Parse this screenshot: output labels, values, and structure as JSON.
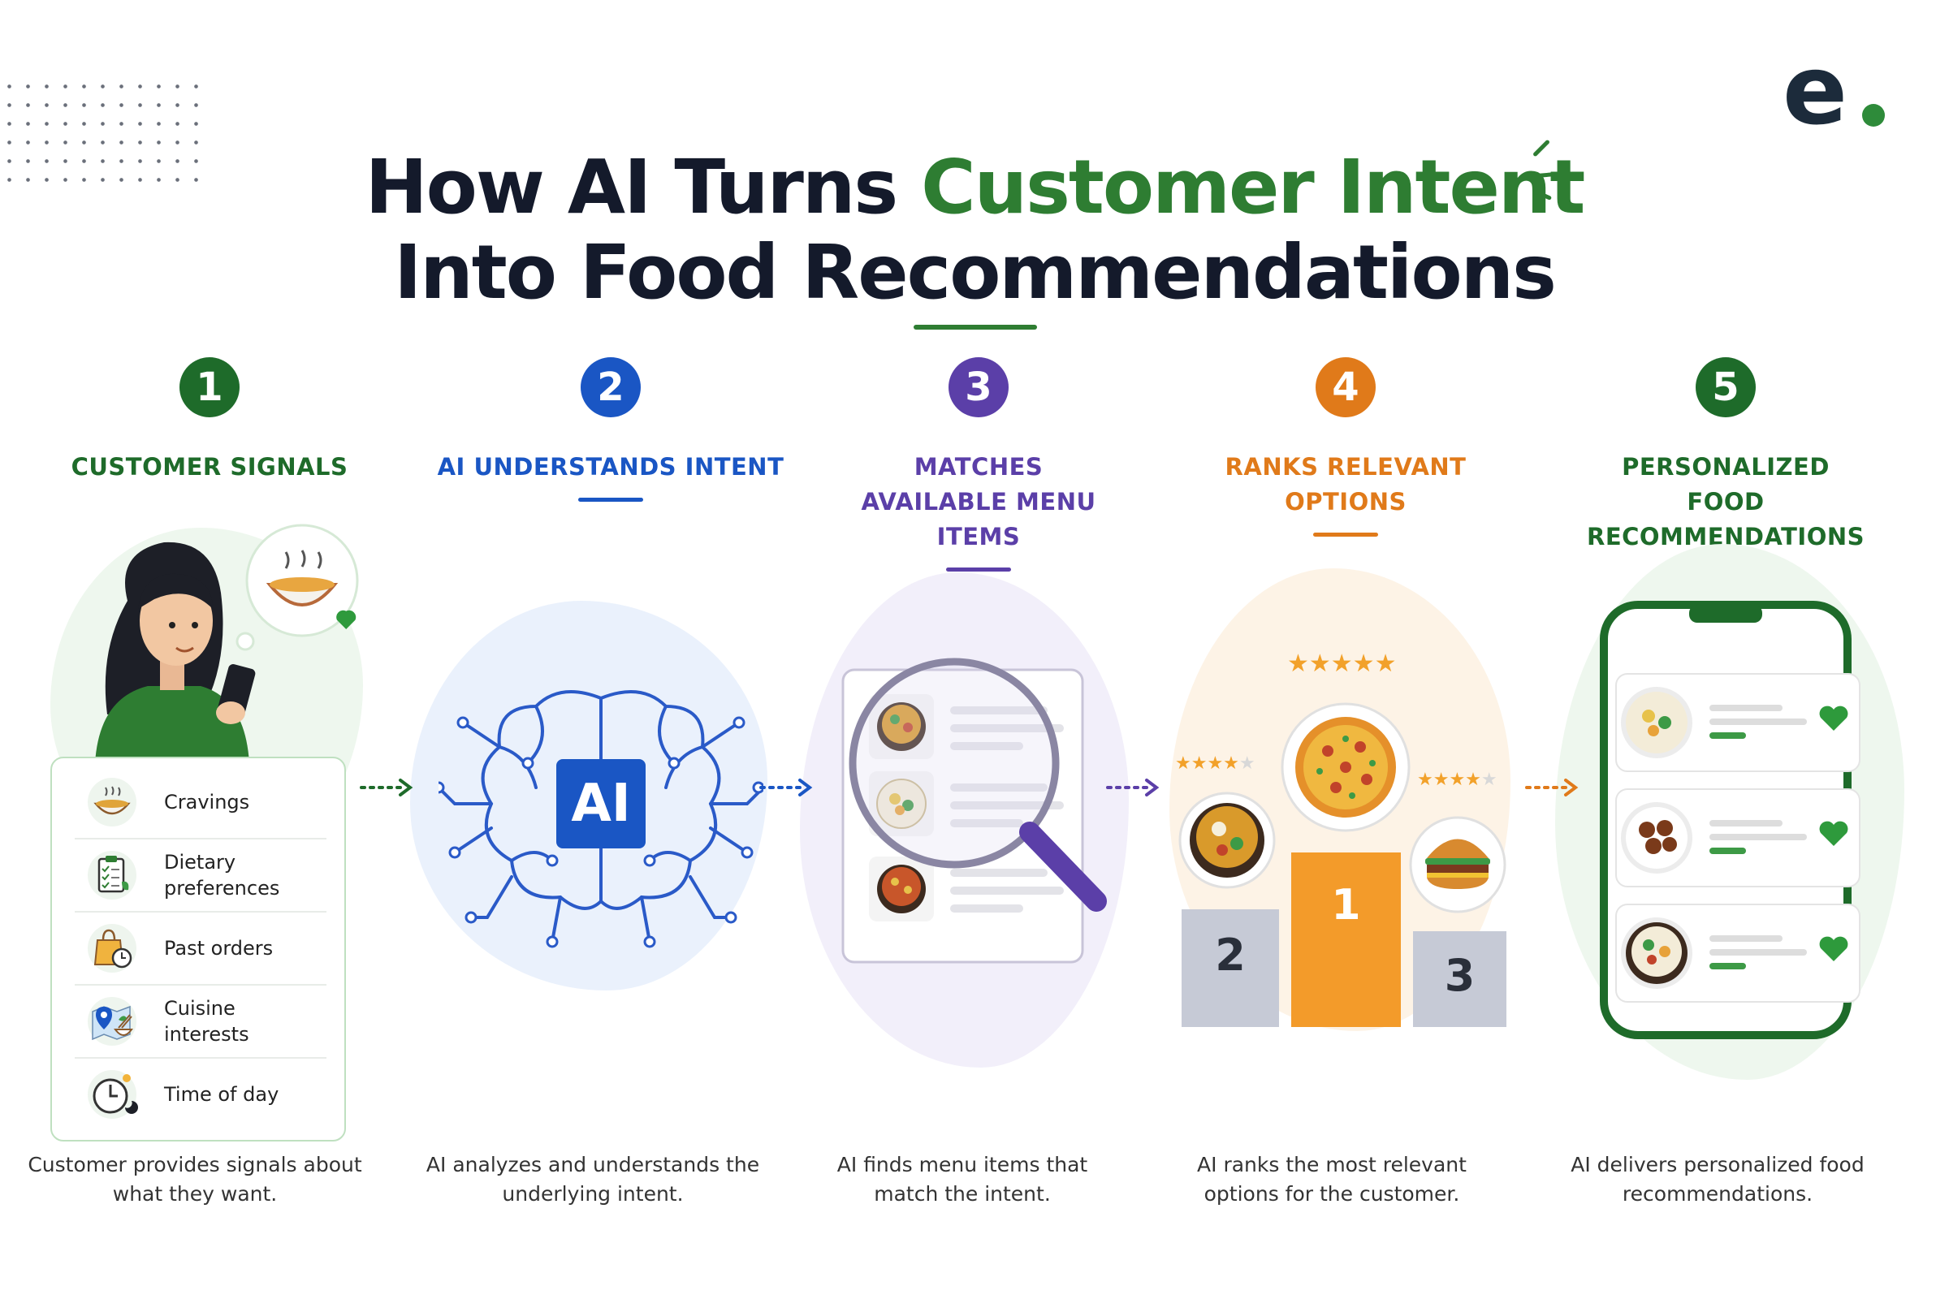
{
  "title": {
    "line1_part1": "How AI Turns ",
    "line1_accent": "Customer Intent",
    "line2": "Into Food Recommendations"
  },
  "logo": {
    "letter": "e"
  },
  "colors": {
    "green": "#1e6b2a",
    "blue": "#1a56c4",
    "purple": "#5b3fa8",
    "orange": "#e07a1a",
    "accent_green": "#2e7d32"
  },
  "steps": [
    {
      "number": "1",
      "title": "CUSTOMER SIGNALS",
      "caption": "Customer provides signals about what they want."
    },
    {
      "number": "2",
      "title": "AI UNDERSTANDS INTENT",
      "caption": "AI analyzes and understands the underlying intent."
    },
    {
      "number": "3",
      "title": "MATCHES AVAILABLE MENU ITEMS",
      "caption": "AI finds menu items that match the intent."
    },
    {
      "number": "4",
      "title": "RANKS RELEVANT OPTIONS",
      "caption": "AI ranks the most relevant options for the customer."
    },
    {
      "number": "5",
      "title": "PERSONALIZED FOOD RECOMMENDATIONS",
      "caption": "AI delivers personalized food recommendations."
    }
  ],
  "signals": [
    {
      "label": "Cravings",
      "icon": "noodle-bowl-icon"
    },
    {
      "label": "Dietary preferences",
      "icon": "clipboard-checklist-icon"
    },
    {
      "label": "Past orders",
      "icon": "shopping-bag-clock-icon"
    },
    {
      "label": "Cuisine interests",
      "icon": "map-pin-food-icon"
    },
    {
      "label": "Time of day",
      "icon": "clock-moon-icon"
    }
  ],
  "ai_chip": {
    "label": "AI"
  },
  "podium": {
    "first": "1",
    "second": "2",
    "third": "3",
    "first_stars": 5,
    "second_stars": 4,
    "third_stars": 4
  }
}
